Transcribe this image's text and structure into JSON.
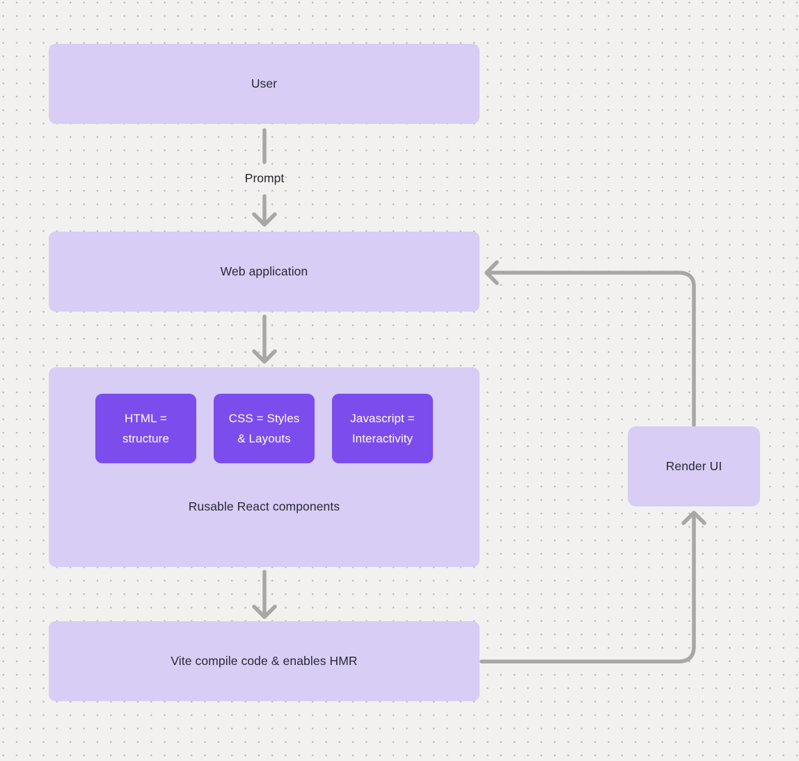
{
  "colors": {
    "background": "#f2f1ef",
    "grid_dot": "#bcbab7",
    "node_fill": "#d7cdf5",
    "chip_fill": "#7c4dec",
    "arrow": "#a9a7a5",
    "text_dark": "#2b2933",
    "text_light": "#ffffff"
  },
  "nodes": {
    "user": {
      "label": "User"
    },
    "web_application": {
      "label": "Web application"
    },
    "components_group": {
      "caption": "Rusable React components",
      "chips": [
        {
          "lines": [
            "HTML =",
            "structure"
          ]
        },
        {
          "lines": [
            "CSS = Styles",
            "& Layouts"
          ]
        },
        {
          "lines": [
            "Javascript =",
            "Interactivity"
          ]
        }
      ]
    },
    "vite": {
      "label": "Vite compile code & enables HMR"
    },
    "render_ui": {
      "label": "Render UI"
    }
  },
  "edges": {
    "user_to_web_application": {
      "label": "Prompt",
      "from": "User",
      "to": "Web application"
    },
    "web_application_to_components": {
      "label": "",
      "from": "Web application",
      "to": "Rusable React components"
    },
    "components_to_vite": {
      "label": "",
      "from": "Rusable React components",
      "to": "Vite compile code & enables HMR"
    },
    "vite_to_render_ui": {
      "label": "",
      "from": "Vite compile code & enables HMR",
      "to": "Render UI"
    },
    "render_ui_to_web_application": {
      "label": "",
      "from": "Render UI",
      "to": "Web application"
    }
  }
}
